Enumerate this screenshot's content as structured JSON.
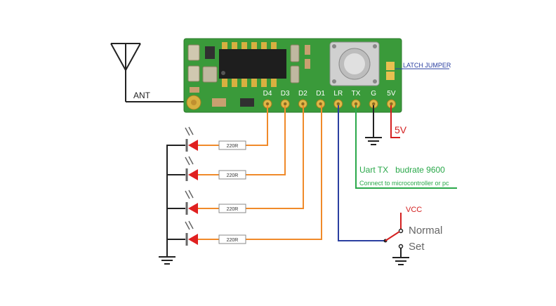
{
  "antenna": {
    "label": "ANT"
  },
  "module": {
    "pins": [
      "D4",
      "D3",
      "D2",
      "D1",
      "LR",
      "TX",
      "G",
      "5V"
    ]
  },
  "latch": {
    "label": "LATCH JUMPER"
  },
  "power": {
    "label": "5V"
  },
  "uart": {
    "title": "Uart TX   budrate 9600",
    "subtitle": "Connect to microcontroller or pc"
  },
  "switch": {
    "vcc_label": "VCC",
    "normal_label": "Normal",
    "set_label": "Set"
  },
  "resistors": [
    "220R",
    "220R",
    "220R",
    "220R"
  ],
  "colors": {
    "board": "#3a9a3a",
    "wire_orange": "#f08a2a",
    "wire_blue": "#2a3fa0",
    "wire_green": "#2aa84a",
    "wire_red": "#d42020",
    "wire_black": "#222222",
    "led_red": "#e02020"
  }
}
